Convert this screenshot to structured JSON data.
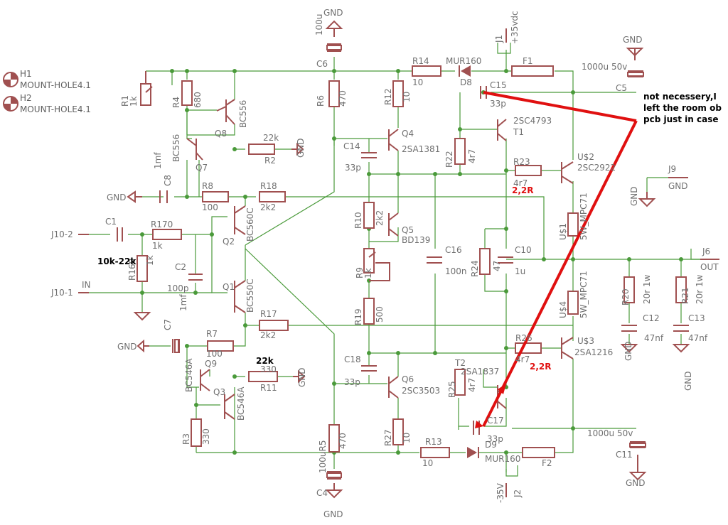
{
  "labels": {
    "H1": "H1",
    "H2": "H2",
    "mount1": "MOUNT-HOLE4.1",
    "mount2": "MOUNT-HOLE4.1",
    "gnd": "GND",
    "c6v": "100u",
    "C6": "C6",
    "C8": "C8",
    "C8v": "1mf",
    "R1": "R1",
    "R1v": "1k",
    "R4": "R4",
    "R4v": "680",
    "Q8": "Q8",
    "Q8v": "BC556",
    "Q7": "Q7",
    "Q7v": "BC556",
    "R2": "R2",
    "R2v": "22k",
    "R6": "R6",
    "R6v": "470",
    "R12": "R12",
    "R12v": "10",
    "R14": "R14",
    "R14v": "10",
    "D8": "D8",
    "D8v": "MUR160",
    "J1": "J1",
    "J1v": "+35vdc",
    "F1": "F1",
    "C5": "C5",
    "C5v": "1000u 50v",
    "Q4": "Q4",
    "Q4v": "2SA1381",
    "C14": "C14",
    "C14v": "33p",
    "C15": "C15",
    "C15v": "33p",
    "T1": "T1",
    "T1v": "2SC4793",
    "R22": "R22",
    "R22v": "4r7",
    "R23": "R23",
    "R23v": "4r7",
    "U2": "U$2",
    "U2v": "2SC2922",
    "J9": "J9",
    "R8": "R8",
    "R8v": "100",
    "R18": "R18",
    "R18v": "2k2",
    "Q2": "Q2",
    "Q2v": "BC560C",
    "C1": "C1",
    "R170": "R170",
    "R170v": "1k",
    "J102": "J10-2",
    "J101": "J10-1",
    "IN": "IN",
    "R160": "R160",
    "R160v": "1k",
    "C2": "C2",
    "C2v": "100p",
    "R10": "R10",
    "R10v": "2k2",
    "Q5": "Q5",
    "Q5v": "BD139",
    "C16": "C16",
    "C16v": "100n",
    "C10": "C10",
    "C10v": "1u",
    "R24": "R24",
    "R24v": "47",
    "U1": "U$1",
    "U1v": "5W_MPC71",
    "R9": "R9",
    "R9v": "1k",
    "J6": "J6",
    "OUT": "OUT",
    "Q1": "Q1",
    "Q1v": "BC550C",
    "C3v": "1mf",
    "R20": "R20",
    "R20v": "20r 1w",
    "R21": "R21",
    "R21v": "20r 1w",
    "C12": "C12",
    "C12v": "47nf",
    "C13": "C13",
    "C13v": "47nf",
    "U4": "U$4",
    "U4v": "5W_MPC71",
    "R17": "R17",
    "R17v": "2k2",
    "R19": "R19",
    "R19v": "500",
    "C7": "C7",
    "R7": "R7",
    "R7v": "100",
    "R25": "R25",
    "R25v": "4r7",
    "U3": "U$3",
    "U3v": "2SA1216",
    "Q9": "Q9",
    "Q9v": "BC546A",
    "R11": "R11",
    "R11v": "330",
    "C18": "C18",
    "C18v": "33p",
    "T2": "T2",
    "T2v": "2SA1837",
    "Q6": "Q6",
    "Q6v": "2SC3503",
    "R26": "R26",
    "R26v": "4r7",
    "Q3": "Q3",
    "Q3v": "BC546A",
    "C17": "C17",
    "C17v": "33p",
    "R3": "R3",
    "R3v": "330",
    "R5": "R5",
    "R5v": "470",
    "C4": "C4",
    "C4v": "100uR5",
    "R27": "R27",
    "R27v": "10",
    "R13": "R13",
    "R13v": "10",
    "D9": "D9",
    "D9v": "MUR160",
    "F2": "F2",
    "C11": "C11",
    "C11v": "1000u 50v",
    "J2": "J2",
    "J2v": "-35V"
  },
  "annotations": {
    "note_line1": "not necessery,I",
    "note_line2": "left the room ob",
    "note_line3": "pcb just in case",
    "r160_note": "10k-22k",
    "r2_note": "22k",
    "r11_note": "22k",
    "r23_note": "2,2R",
    "r26_note": "2,2R"
  },
  "colors": {
    "wire": "#4a9a3a",
    "part": "#a05050",
    "annotation_line": "#e01010"
  }
}
